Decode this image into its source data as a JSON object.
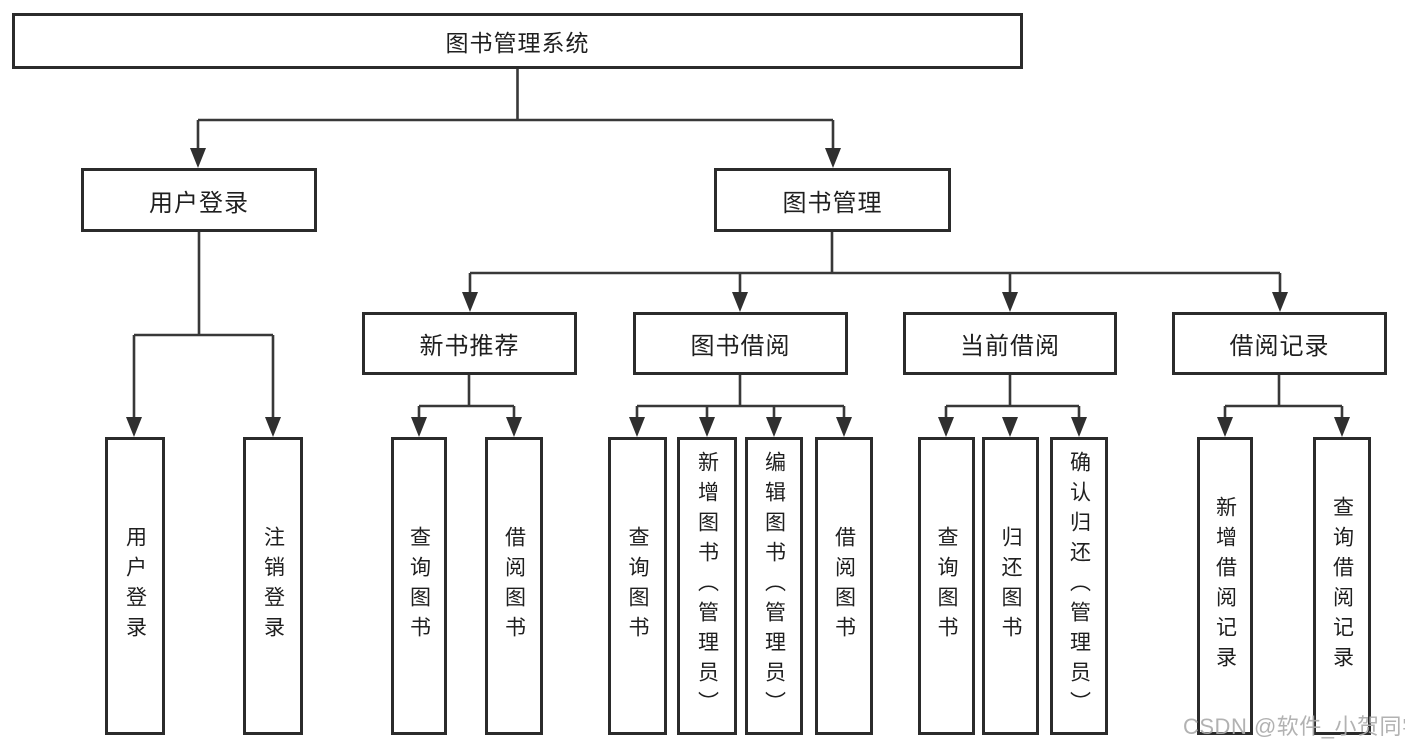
{
  "colors": {
    "box_border": "#2b2b2b",
    "connector_line": "#383838",
    "text": "#1f1f1f",
    "watermark": "#ababab",
    "background": "#ffffff"
  },
  "nodes": {
    "root": "图书管理系统",
    "user_login": "用户登录",
    "book_mgmt": "图书管理",
    "new_book_rec": "新书推荐",
    "book_borrow": "图书借阅",
    "current_borrow": "当前借阅",
    "borrow_record": "借阅记录",
    "ul_user_login": "用户登录",
    "ul_logout": "注销登录",
    "nr_query_book": "查询图书",
    "nr_borrow_book": "借阅图书",
    "bb_query_book": "查询图书",
    "bb_add_book": "新增图书（管理员）",
    "bb_edit_book": "编辑图书（管理员）",
    "bb_borrow_book": "借阅图书",
    "cb_query_book": "查询图书",
    "cb_return_book": "归还图书",
    "cb_confirm_return": "确认归还（管理员）",
    "br_add_record": "新增借阅记录",
    "br_query_record": "查询借阅记录"
  },
  "watermark": "CSDN @软件_小贺同学"
}
